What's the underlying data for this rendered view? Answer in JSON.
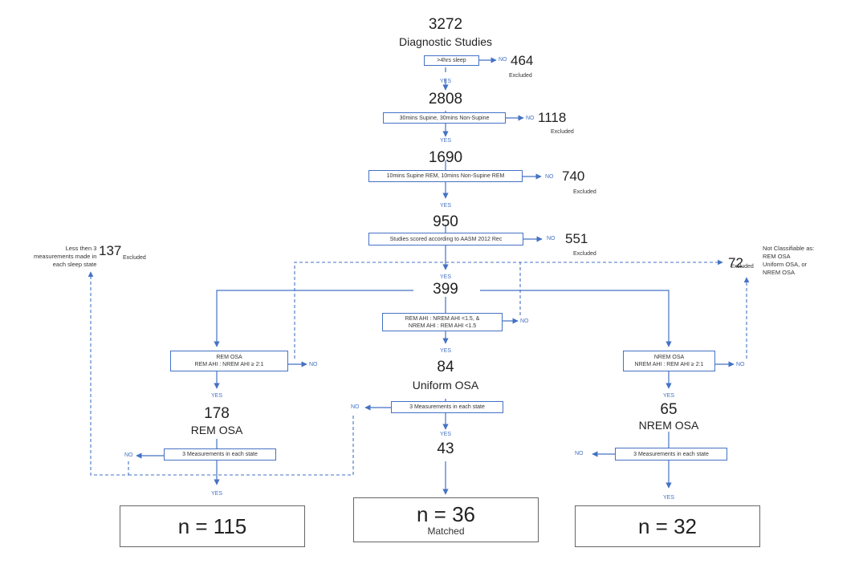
{
  "main": {
    "total": "3272",
    "total_label": "Diagnostic Studies",
    "step1": {
      "criterion": ">4hrs sleep",
      "no": "NO",
      "yes": "YES",
      "excluded": "464",
      "excluded_label": "Excluded",
      "remaining": "2808"
    },
    "step2": {
      "criterion": "30mins Supine, 30mins Non-Supine",
      "no": "NO",
      "yes": "YES",
      "excluded": "1118",
      "excluded_label": "Excluded",
      "remaining": "1690"
    },
    "step3": {
      "criterion": "10mins Supine REM, 10mins Non-Supine REM",
      "no": "NO",
      "yes": "YES",
      "excluded": "740",
      "excluded_label": "Excluded",
      "remaining": "950"
    },
    "step4": {
      "criterion": "Studies scored according to AASM 2012 Rec",
      "no": "NO",
      "yes": "YES",
      "excluded": "551",
      "excluded_label": "Excluded",
      "remaining": "399"
    }
  },
  "left_excluded": {
    "count": "137",
    "label": "Excluded",
    "note": "Less then 3\nmeasurements made in\neach sleep state"
  },
  "right_excluded": {
    "count": "72",
    "label": "Excluded",
    "note": "Not Classifiable as:\nREM OSA\nUniform OSA, or\nNREM OSA"
  },
  "rem": {
    "criterion_1": "REM OSA",
    "criterion_2": "REM AHI : NREM AHI ≥ 2:1",
    "no": "NO",
    "yes": "YES",
    "count": "178",
    "label": "REM OSA",
    "measure": "3 Measurements in each state",
    "measure_no": "NO",
    "measure_yes": "YES",
    "final": "n = 115"
  },
  "uniform": {
    "criterion_1": "REM AHI : NREM AHI <1.5, &",
    "criterion_2": "NREM AHI : REM AHI <1.5",
    "no": "NO",
    "yes": "YES",
    "count": "84",
    "label": "Uniform OSA",
    "measure": "3 Measurements in each state",
    "measure_no": "NO",
    "measure_yes": "YES",
    "remaining": "43",
    "final": "n = 36",
    "final_sub": "Matched"
  },
  "nrem": {
    "criterion_1": "NREM OSA",
    "criterion_2": "NREM AHI : REM AHI ≥ 2:1",
    "no": "NO",
    "yes": "YES",
    "count": "65",
    "label": "NREM OSA",
    "measure": "3 Measurements in each state",
    "measure_no": "NO",
    "measure_yes": "YES",
    "final": "n = 32"
  },
  "colors": {
    "line": "#4472c4",
    "text": "#222222",
    "final_border": "#666666"
  }
}
